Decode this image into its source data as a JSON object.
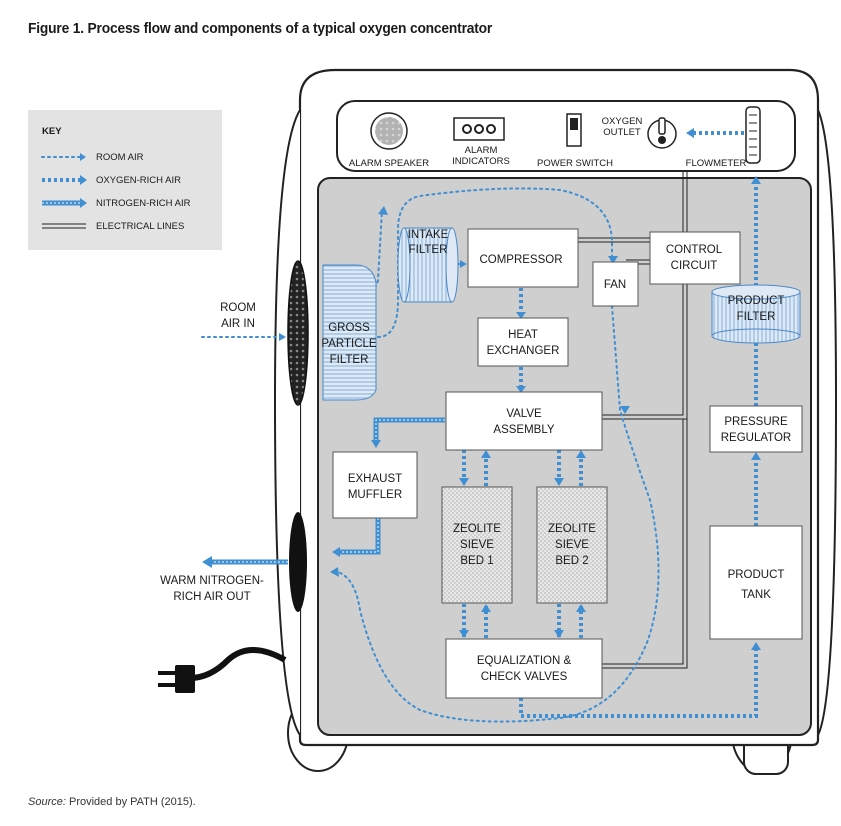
{
  "title": "Figure 1. Process flow and components of a typical oxygen concentrator",
  "source": {
    "label": "Source:",
    "text": " Provided by PATH (2015)."
  },
  "key": {
    "heading": "KEY",
    "items": [
      "ROOM AIR",
      "OXYGEN-RICH AIR",
      "NITROGEN-RICH AIR",
      "ELECTRICAL LINES"
    ]
  },
  "panel": {
    "alarm_speaker": "ALARM SPEAKER",
    "alarm_indicators": [
      "ALARM",
      "INDICATORS"
    ],
    "power_switch": "POWER SWITCH",
    "oxygen_outlet": [
      "OXYGEN",
      "OUTLET"
    ],
    "flowmeter": "FLOWMETER"
  },
  "components": {
    "intake_filter": [
      "INTAKE",
      "FILTER"
    ],
    "compressor": "COMPRESSOR",
    "fan": "FAN",
    "control_circuit": [
      "CONTROL",
      "CIRCUIT"
    ],
    "gross_filter": [
      "GROSS",
      "PARTICLE",
      "FILTER"
    ],
    "heat_exchanger": [
      "HEAT",
      "EXCHANGER"
    ],
    "valve_assembly": [
      "VALVE",
      "ASSEMBLY"
    ],
    "exhaust_muffler": [
      "EXHAUST",
      "MUFFLER"
    ],
    "zeolite_1": [
      "ZEOLITE",
      "SIEVE",
      "BED 1"
    ],
    "zeolite_2": [
      "ZEOLITE",
      "SIEVE",
      "BED 2"
    ],
    "equalization": [
      "EQUALIZATION &",
      "CHECK VALVES"
    ],
    "product_filter": [
      "PRODUCT",
      "FILTER"
    ],
    "pressure_regulator": [
      "PRESSURE",
      "REGULATOR"
    ],
    "product_tank": [
      "PRODUCT",
      "TANK"
    ]
  },
  "external": {
    "room_air_in": [
      "ROOM",
      "AIR IN"
    ],
    "warm_out": [
      "WARM NITROGEN-",
      "RICH AIR OUT"
    ]
  },
  "colors": {
    "flow": "#3f8fd2",
    "interior": "#cfcfcf",
    "key_bg": "#e3e3e3"
  }
}
